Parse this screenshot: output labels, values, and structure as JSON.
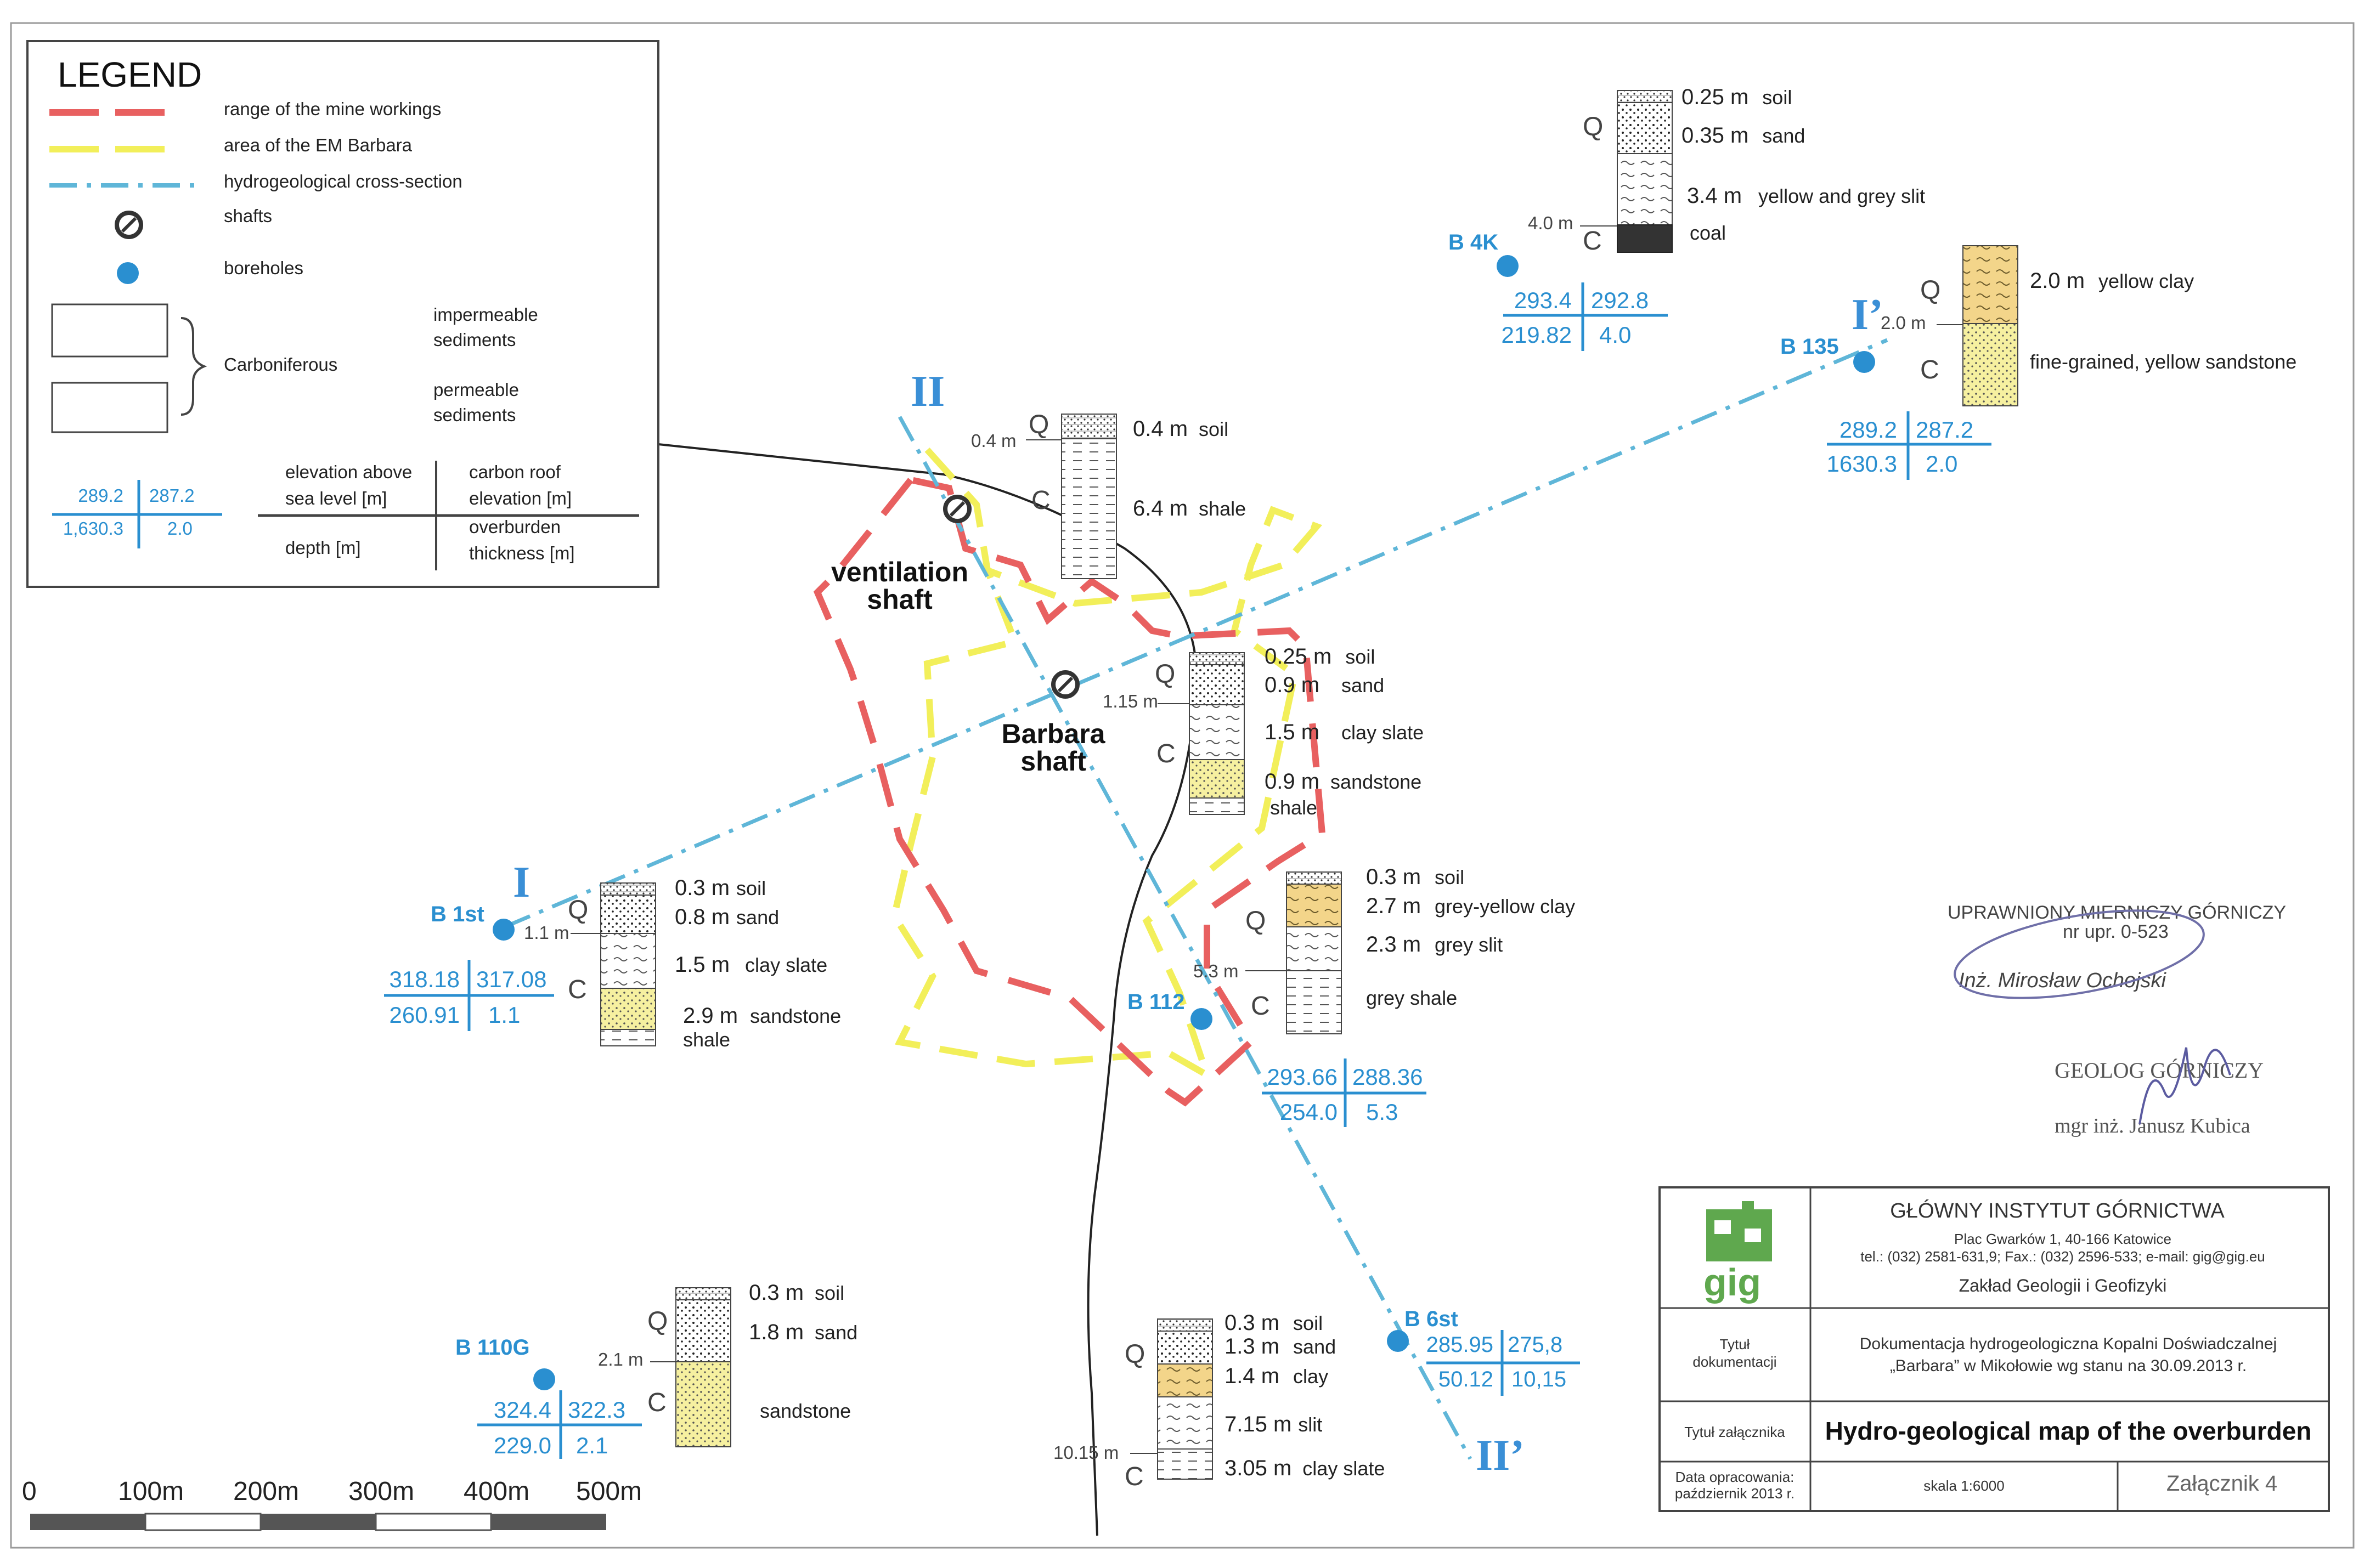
{
  "legend": {
    "title": "LEGEND",
    "items": {
      "mine_range": "range of the mine workings",
      "em_area": "area of the EM Barbara",
      "cross_section": "hydrogeological cross-section",
      "shafts": "shafts",
      "boreholes": "boreholes"
    },
    "carboniferous": "Carboniferous",
    "impermeable": [
      "impermeable",
      "sediments"
    ],
    "permeable": [
      "permeable",
      "sediments"
    ],
    "key": {
      "v1": "289.2",
      "v2": "287.2",
      "v3": "1,630.3",
      "v4": "2.0",
      "elev": [
        "elevation above",
        "sea level [m]"
      ],
      "roof": [
        "carbon roof",
        "elevation [m]"
      ],
      "depth": "depth [m]",
      "overburden": [
        "overburden",
        "thickness [m]"
      ]
    }
  },
  "colors": {
    "mine_range": "#e86060",
    "em_area": "#f2ef5a",
    "cross_section": "#5fb6d8",
    "borehole": "#2a8fd0",
    "text_blue": "#2a8fd0",
    "sand_fill": "#f6f0a0",
    "clay_fill": "#f3d58a"
  },
  "sections": {
    "I": "I",
    "I_prime": "I’",
    "II": "II",
    "II_prime": "II’"
  },
  "shafts": {
    "ventilation": [
      "ventilation",
      "shaft"
    ],
    "barbara": [
      "Barbara",
      "shaft"
    ]
  },
  "boreholes": {
    "b4k": {
      "name": "B 4K",
      "depth_label": "4.0 m",
      "tl": "293.4",
      "tr": "292.8",
      "bl": "219.82",
      "br": "4.0",
      "layers": [
        "0.25 m",
        "soil",
        "0.35 m",
        "sand",
        "3.4 m",
        "yellow and grey slit",
        "coal"
      ]
    },
    "b135": {
      "name": "B 135",
      "depth_label": "2.0 m",
      "tl": "289.2",
      "tr": "287.2",
      "bl": "1630.3",
      "br": "2.0",
      "layers": [
        "2.0 m",
        "yellow clay",
        "fine-grained, yellow sandstone"
      ]
    },
    "vent": {
      "depth_label": "0.4 m",
      "layers": [
        "0.4 m",
        "soil",
        "6.4 m",
        "shale"
      ]
    },
    "barbara_col": {
      "depth_label": "1.15 m",
      "layers": [
        "0.25 m",
        "soil",
        "0.9 m",
        "sand",
        "1.5 m",
        "clay slate",
        "0.9 m",
        "sandstone",
        "shale"
      ]
    },
    "b1st": {
      "name": "B 1st",
      "depth_label": "1.1 m",
      "tl": "318.18",
      "tr": "317.08",
      "bl": "260.91",
      "br": "1.1",
      "layers": [
        "0.3 m",
        "soil",
        "0.8 m",
        "sand",
        "1.5 m",
        "clay slate",
        "2.9 m",
        "sandstone",
        "shale"
      ]
    },
    "b112": {
      "name": "B 112",
      "depth_label": "5.3 m",
      "tl": "293.66",
      "tr": "288.36",
      "bl": "254.0",
      "br": "5.3",
      "layers": [
        "0.3 m",
        "soil",
        "2.7 m",
        "grey-yellow clay",
        "2.3 m",
        "grey slit",
        "grey shale"
      ]
    },
    "b110g": {
      "name": "B 110G",
      "depth_label": "2.1 m",
      "tl": "324.4",
      "tr": "322.3",
      "bl": "229.0",
      "br": "2.1",
      "layers": [
        "0.3 m",
        "soil",
        "1.8 m",
        "sand",
        "sandstone"
      ]
    },
    "b6st": {
      "name": "B 6st",
      "depth_label": "10.15 m",
      "tl": "285.95",
      "tr": "275,8",
      "bl": "50.12",
      "br": "10,15",
      "layers": [
        "0.3 m",
        "soil",
        "1.3 m",
        "sand",
        "1.4 m",
        "clay",
        "7.15 m",
        "slit",
        "3.05 m",
        "clay slate"
      ]
    }
  },
  "scale_bar": [
    "0",
    "100m",
    "200m",
    "300m",
    "400m",
    "500m"
  ],
  "stamp": {
    "line1": "UPRAWNIONY MIERNICZY GÓRNICZY",
    "line2": "nr upr. 0-523",
    "line3": "Inż. Mirosław Ochojski",
    "line4": "GEOLOG GÓRNICZY",
    "line5": "mgr inż. Janusz Kubica"
  },
  "title_block": {
    "logo": "gig",
    "org": "GŁÓWNY INSTYTUT GÓRNICTWA",
    "address": "Plac Gwarków 1, 40-166 Katowice",
    "contact": "tel.: (032) 2581-631,9; Fax.: (032) 2596-533; e-mail: gig@gig.eu",
    "dept": "Zakład Geologii i Geofizyki",
    "doc_label": [
      "Tytuł",
      "dokumentacji"
    ],
    "doc_title": [
      "Dokumentacja hydrogeologiczna Kopalni Doświadczalnej",
      "„Barbara” w Mikołowie wg stanu na 30.09.2013 r."
    ],
    "att_label": "Tytuł załącznika",
    "att_title": "Hydro-geological map of the overburden",
    "date_label": [
      "Data opracowania:",
      "październik 2013 r."
    ],
    "scale": "skala 1:6000",
    "annex": "Załącznik 4"
  }
}
